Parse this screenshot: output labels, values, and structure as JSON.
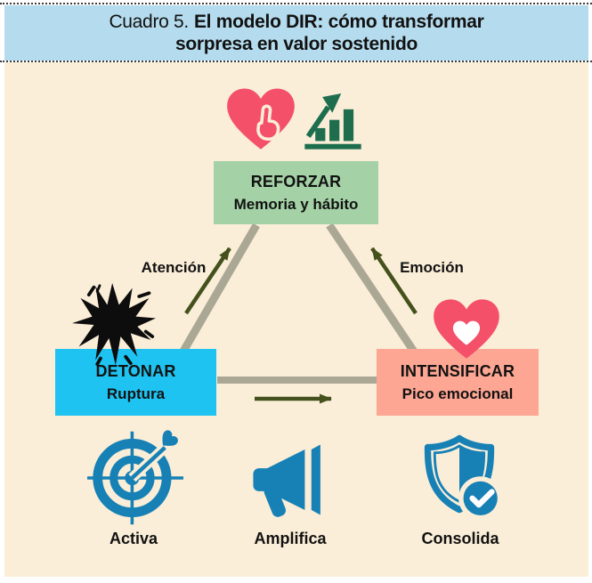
{
  "header": {
    "kicker": "Cuadro 5.",
    "title_line1": "El modelo DIR: cómo transformar",
    "title_line2": "sorpresa en valor sostenido"
  },
  "nodes": {
    "reforzar": {
      "title": "REFORZAR",
      "subtitle": "Memoria y hábito"
    },
    "detonar": {
      "title": "DETONAR",
      "subtitle": "Ruptura"
    },
    "intensificar": {
      "title": "INTENSIFICAR",
      "subtitle": "Pico emocional"
    }
  },
  "arrows": {
    "left_label": "Atención",
    "right_label": "Emoción"
  },
  "footer": {
    "items": [
      {
        "icon": "target-dart-icon",
        "label": "Activa"
      },
      {
        "icon": "megaphone-icon",
        "label": "Amplifica"
      },
      {
        "icon": "shield-check-icon",
        "label": "Consolida"
      }
    ]
  },
  "colors": {
    "header_bg": "#b5dcee",
    "body_bg": "#faeed8",
    "reforzar_bg": "#a4d2a6",
    "detonar_bg": "#1ec3f1",
    "intensificar_bg": "#fda693",
    "heart_pink": "#f4506a",
    "connector_gray": "#aba795",
    "arrow_olive": "#44511d",
    "icon_blue": "#1781b5",
    "chart_green": "#1e6e4e",
    "burst_black": "#0d0d0d",
    "text": "#121212"
  }
}
